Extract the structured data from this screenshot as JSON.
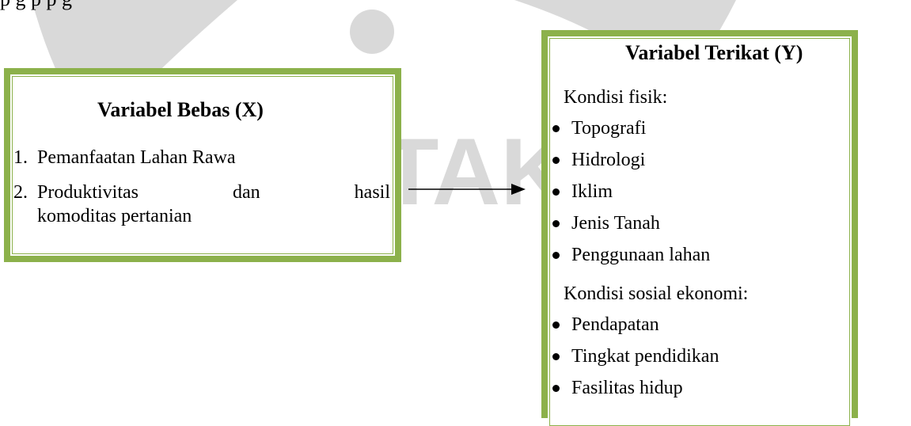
{
  "top_text": "p                                  g                     p  p  g",
  "watermark_text": "TAK",
  "colors": {
    "box_border": "#8CB14B",
    "watermark": "#d9d9d9"
  },
  "independent": {
    "title": "Variabel Bebas (X)",
    "items": [
      {
        "number": "1.",
        "line1": [
          "Pemanfaatan Lahan Rawa"
        ]
      },
      {
        "number": "2.",
        "line1": [
          "Produktivitas",
          "dan",
          "hasil"
        ],
        "line2": "komoditas pertanian"
      }
    ]
  },
  "dependent": {
    "title": "Variabel Terikat (Y)",
    "physical_label": "Kondisi fisik:",
    "physical_items": [
      "Topografi",
      "Hidrologi",
      "Iklim",
      "Jenis Tanah",
      "Penggunaan lahan"
    ],
    "social_label": "Kondisi sosial ekonomi:",
    "social_items": [
      "Pendapatan",
      "Tingkat pendidikan",
      "Fasilitas hidup"
    ]
  }
}
